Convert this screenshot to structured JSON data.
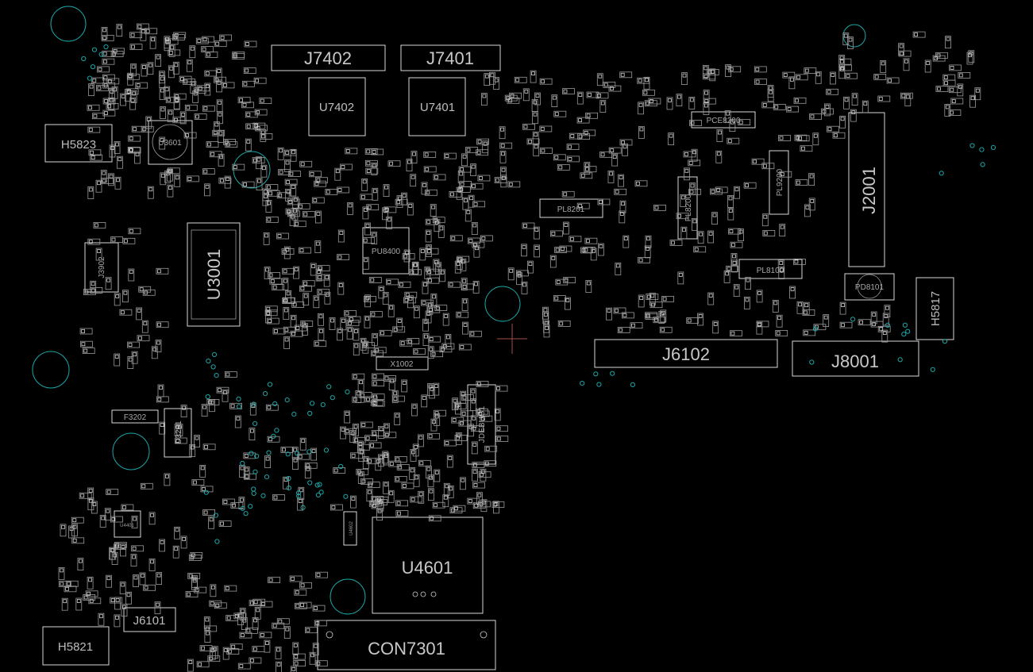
{
  "board": {
    "connectors": {
      "j7402": "J7402",
      "j7401": "J7401",
      "j6102": "J6102",
      "j8001": "J8001",
      "j2001": "J2001",
      "con7301": "CON7301",
      "j6101": "J6101",
      "j3902": "J3902",
      "jdebug1": "JDEBUG1"
    },
    "holes": {
      "h5823": "H5823",
      "h5821": "H5821",
      "h5817": "H5817"
    },
    "chips": {
      "u4601": "U4601",
      "u3601": "U3601",
      "u3001": "U3001",
      "u7402": "U7402",
      "u7401": "U7401",
      "pu8400": "PU8400",
      "u4401": "U4401"
    },
    "inductors": {
      "pl8201": "PL8201",
      "pl8100": "PL8100",
      "pl8200": "PL8200",
      "pl9200": "PL9200"
    },
    "misc": {
      "pce8200": "PCE8200",
      "pd8101": "PD8101",
      "x1002": "X1002",
      "d3201": "D3201",
      "f3202": "F3202",
      "u4602": "U4602"
    },
    "colors": {
      "background": "#000000",
      "outline": "#d8d8d8",
      "via": "#1aa6a6",
      "cursor": "#a05050"
    }
  }
}
